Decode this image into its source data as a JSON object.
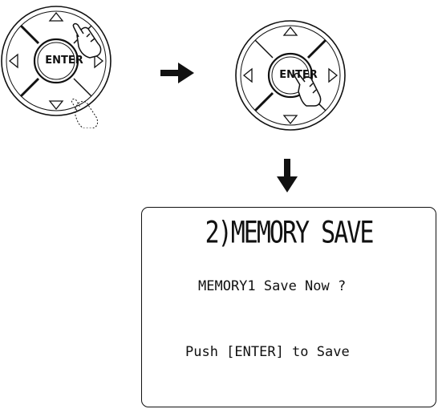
{
  "diagram": {
    "step1_button_label": "ENTER",
    "step2_button_label": "ENTER",
    "display": {
      "title": "2)MEMORY SAVE",
      "message": "MEMORY1 Save Now ?",
      "instruction": "Push [ENTER] to Save"
    }
  },
  "icons": {
    "right_arrow": "arrow-right-icon",
    "down_arrow": "arrow-down-icon",
    "hand": "pointing-hand-icon"
  }
}
